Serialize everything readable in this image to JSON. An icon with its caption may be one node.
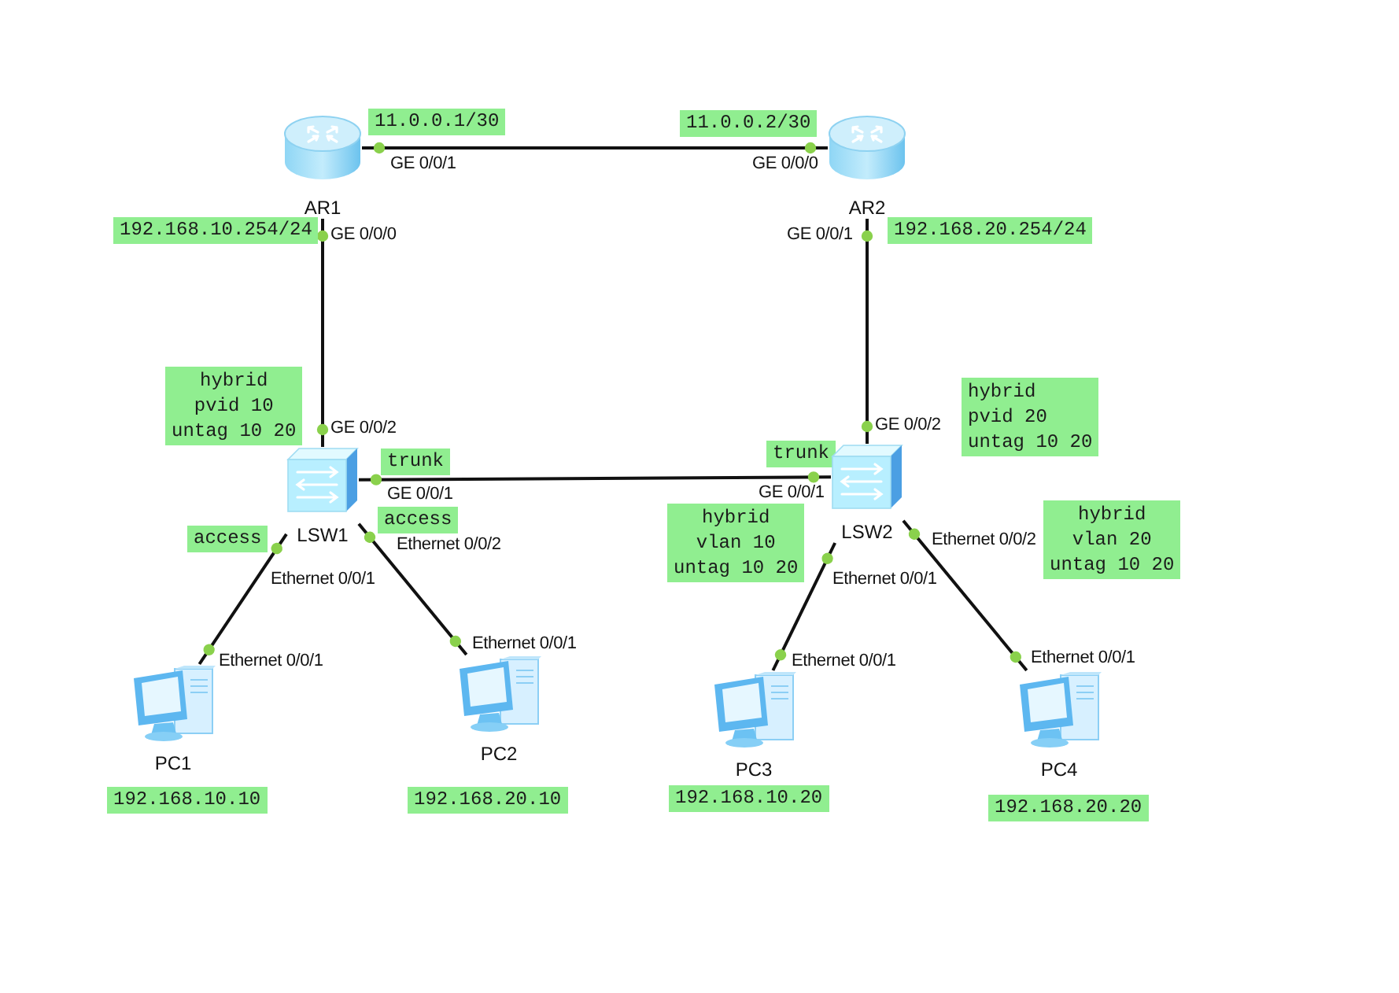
{
  "diagram": {
    "nodes": [
      {
        "text": [
          "AR1"
        ]
      },
      {
        "text": [
          "11.0.0.1/30"
        ]
      },
      {
        "text": [
          "11.0.0.2/30"
        ]
      },
      {
        "text": [
          "AR2"
        ]
      },
      {
        "text": [
          "192.168.10.254/24"
        ]
      },
      {
        "text": [
          "192.168.20.254/24"
        ]
      },
      {
        "text": [
          "hybrid",
          "pvid 10",
          "untag 10 20"
        ]
      },
      {
        "text": [
          "hybrid",
          "pvid 20",
          "untag 10 20"
        ]
      },
      {
        "text": [
          "LSW1"
        ]
      },
      {
        "text": [
          "trunk"
        ]
      },
      {
        "text": [
          "trunk"
        ]
      },
      {
        "text": [
          "LSW2"
        ]
      },
      {
        "text": [
          "hybrid",
          "vlan 10",
          "untag 10 20"
        ]
      },
      {
        "text": [
          "hybrid",
          "vlan 20",
          "untag 10 20"
        ]
      },
      {
        "text": [
          "access"
        ]
      },
      {
        "text": [
          "access"
        ]
      },
      {
        "text": [
          "PC1"
        ]
      },
      {
        "text": [
          "PC2"
        ]
      },
      {
        "text": [
          "PC3"
        ]
      },
      {
        "text": [
          "PC4"
        ]
      },
      {
        "text": [
          "192.168.10.10"
        ]
      },
      {
        "text": [
          "192.168.20.10"
        ]
      },
      {
        "text": [
          "192.168.10.20"
        ]
      },
      {
        "text": [
          "192.168.20.20"
        ]
      }
    ],
    "edges": [
      {
        "from": 0,
        "to": 3,
        "arrow": "other"
      },
      {
        "from": 0,
        "to": 8,
        "arrow": "other"
      },
      {
        "from": 3,
        "to": 11,
        "arrow": "other"
      },
      {
        "from": 8,
        "to": 11,
        "arrow": "other"
      },
      {
        "from": 8,
        "to": 16,
        "arrow": "other"
      },
      {
        "from": 8,
        "to": 17,
        "arrow": "other"
      },
      {
        "from": 11,
        "to": 18,
        "arrow": "other"
      },
      {
        "from": 11,
        "to": 19,
        "arrow": "other"
      }
    ],
    "labels": [
      "GE 0/0/1",
      "GE 0/0/0",
      "GE 0/0/0",
      "GE 0/0/1",
      "GE 0/0/2",
      "GE 0/0/2",
      "GE 0/0/1",
      "GE 0/0/1",
      "Ethernet 0/0/2",
      "Ethernet 0/0/2",
      "Ethernet 0/0/1",
      "Ethernet 0/0/1",
      "Ethernet 0/0/1",
      "Ethernet 0/0/1",
      "Ethernet 0/0/1",
      "Ethernet 0/0/1"
    ]
  }
}
